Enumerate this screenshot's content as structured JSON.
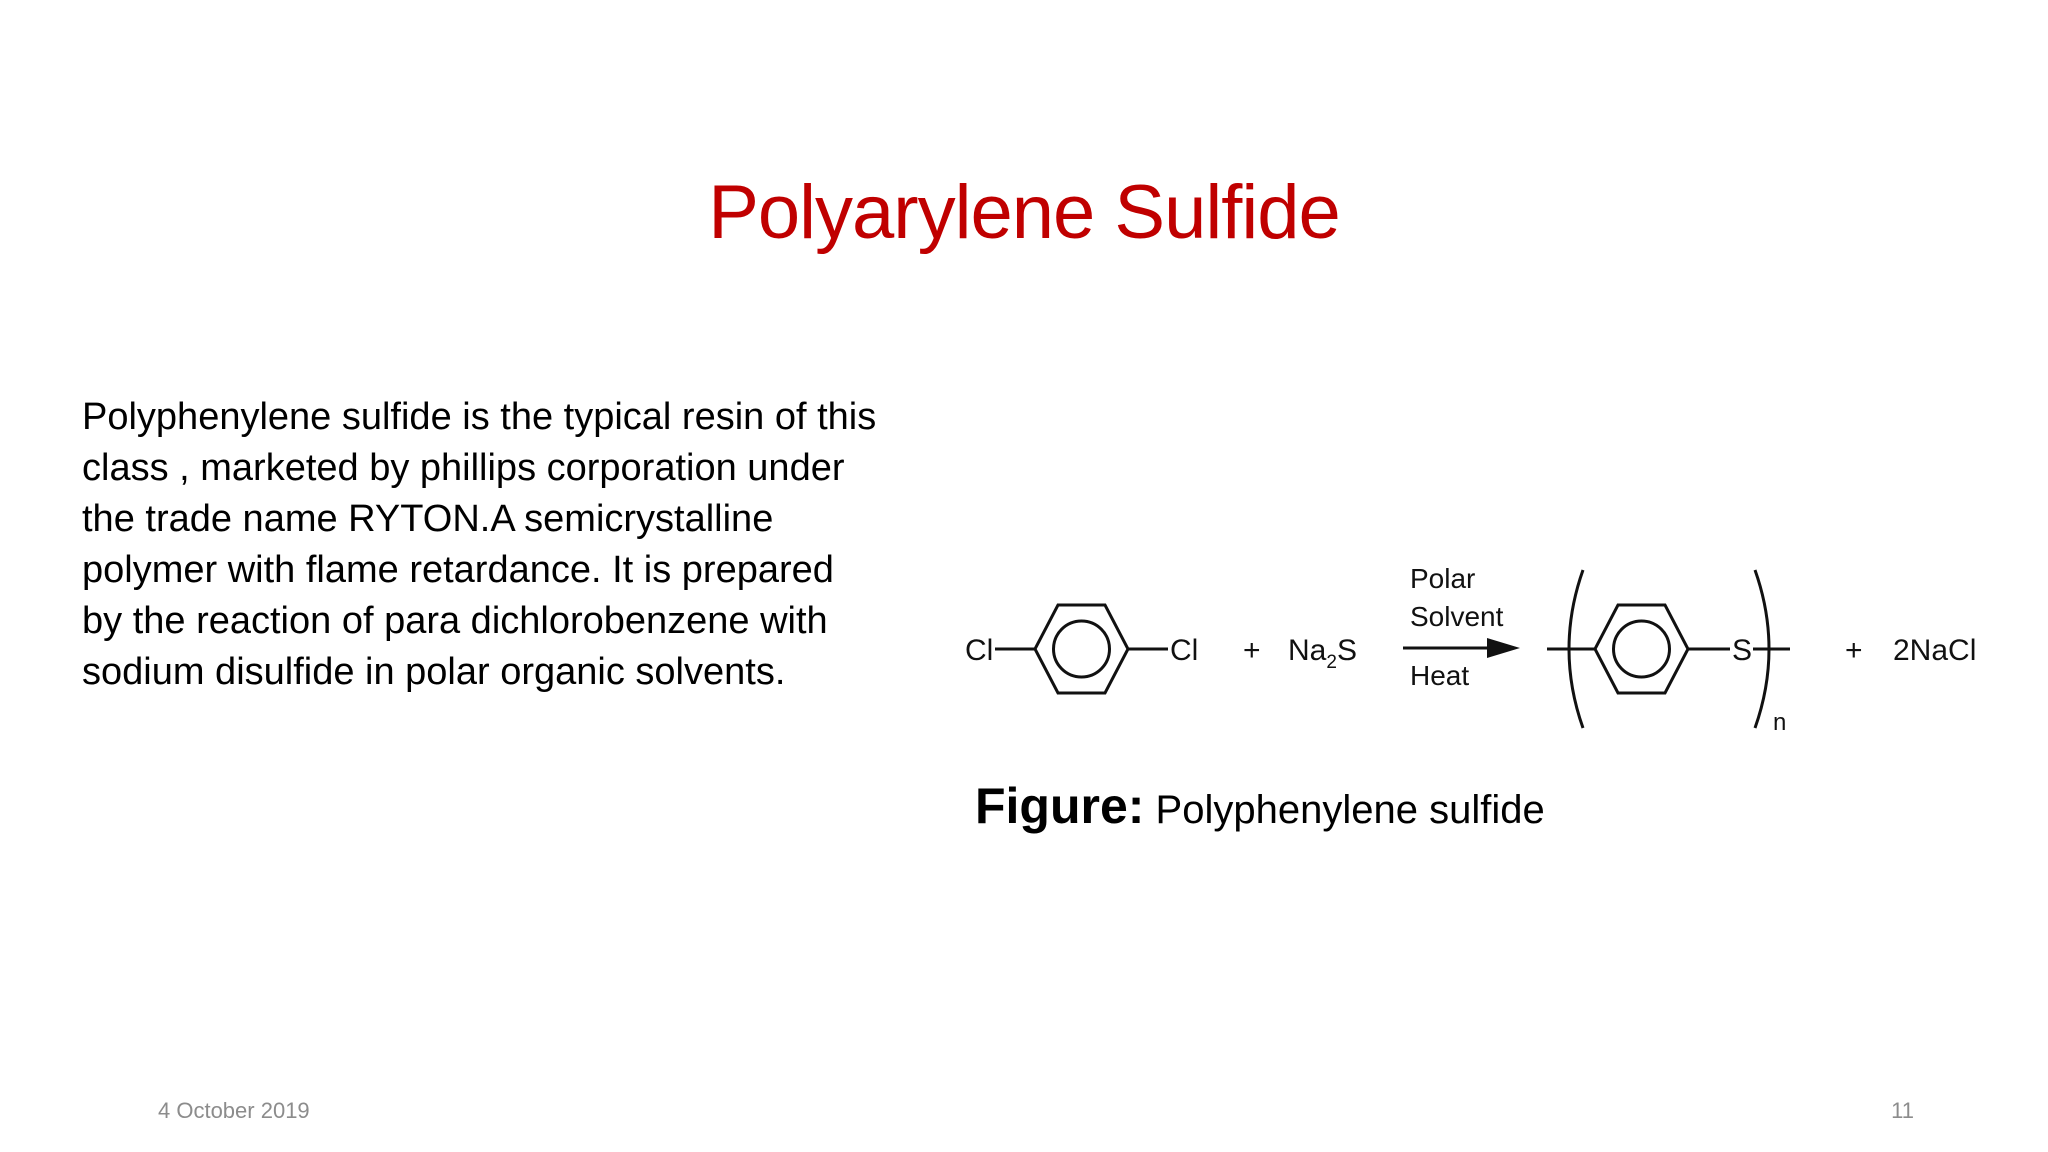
{
  "slide": {
    "title": "Polyarylene Sulfide",
    "body": "Polyphenylene sulfide is the typical resin of this class , marketed by phillips corporation under the trade name RYTON.A semicrystalline polymer with flame retardance. It is prepared by the reaction of para dichlorobenzene with sodium disulfide in polar organic solvents.",
    "title_color": "#c00000",
    "footer": {
      "date": "4 October 2019",
      "page_number": "11"
    }
  },
  "figure": {
    "caption_label": "Figure:",
    "caption_text": " Polyphenylene sulfide",
    "reaction": {
      "reactant1_left": "Cl",
      "reactant1_right": "Cl",
      "plus1": "+",
      "reactant2_main": "Na",
      "reactant2_sub": "2",
      "reactant2_tail": "S",
      "condition_line1": "Polar",
      "condition_line2": "Solvent",
      "condition_line3": "Heat",
      "polymer_atom": "S",
      "repeat_subscript": "n",
      "plus2": "+",
      "byproduct": "2NaCl"
    }
  }
}
